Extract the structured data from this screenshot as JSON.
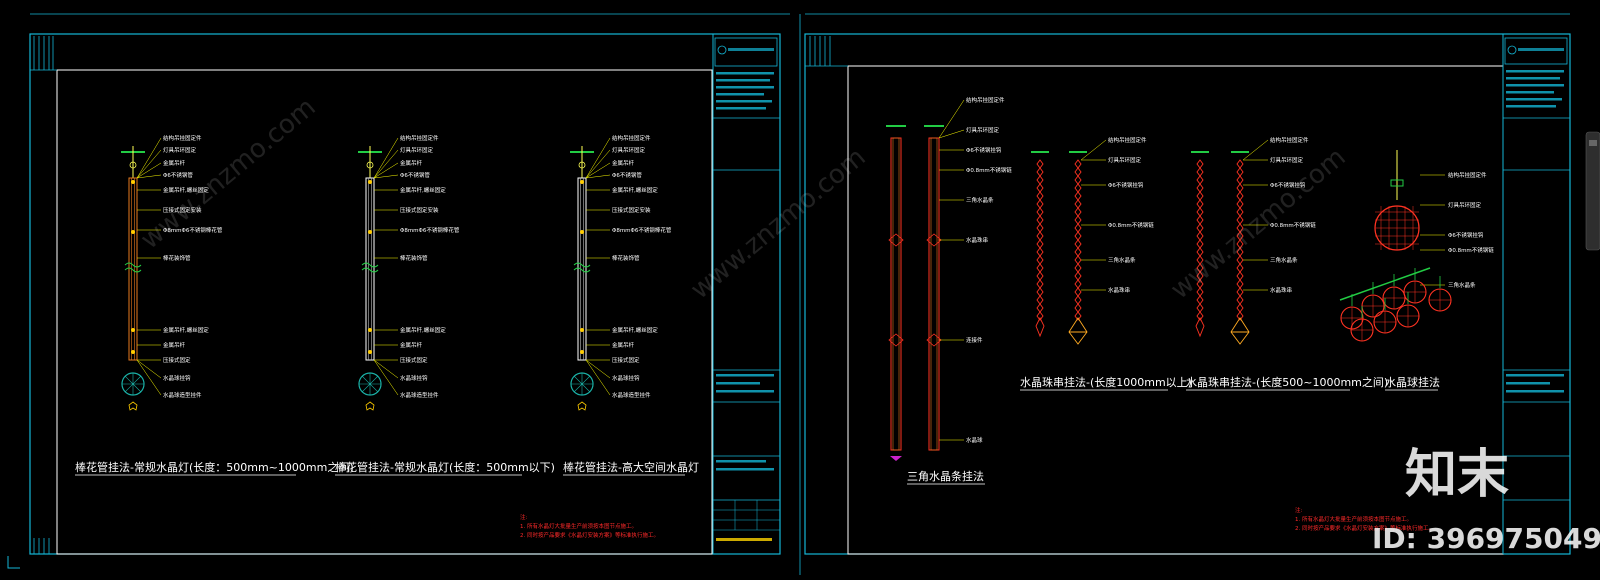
{
  "sheet_left": {
    "captions": [
      "棒花管挂法-常规水晶灯(长度：500mm~1000mm之间)",
      "棒花管挂法-常规水晶灯(长度：500mm以下)",
      "棒花管挂法-高大空间水晶灯"
    ],
    "notes": {
      "title": "注:",
      "lines": [
        "1. 所有水晶灯大批量生产前须按本图节点施工。",
        "2. 同时按产品要求《水晶灯安装方案》等标准执行施工。"
      ]
    },
    "labels_a": [
      "结构吊挂固定件",
      "灯具吊环固定",
      "金属吊杆",
      "Φ6不锈钢管",
      "金属吊杆,螺丝固定",
      "压接式固定安装",
      "Φ8mmΦ6不锈钢棒花管",
      "棒花装饰管",
      "金属吊杆,螺丝固定",
      "金属吊杆",
      "压接式固定",
      "水晶球挂钩",
      "水晶球造型挂件"
    ]
  },
  "sheet_right": {
    "captions": [
      "三角水晶条挂法",
      "水晶珠串挂法-(长度1000mm以上)",
      "水晶珠串挂法-(长度500~1000mm之间)",
      "水晶球挂法"
    ],
    "notes": {
      "title": "注:",
      "lines": [
        "1. 所有水晶灯大批量生产前须按本图节点施工。",
        "2. 同时按产品要求《水晶灯安装方案》等标准执行施工。"
      ]
    },
    "labels_b": [
      "结构吊挂固定件",
      "灯具吊环固定",
      "Φ6不锈钢挂钩",
      "Φ0.8mm不锈钢链",
      "三角水晶条",
      "水晶珠串",
      "连接件",
      "水晶球"
    ]
  },
  "watermark": {
    "brand": "知末",
    "id": "ID: 396975049",
    "url": "www.znzmo.com"
  },
  "colors": {
    "frame": "#14b6d6",
    "leader": "#ffff00",
    "rod_orange": "#e87a1e",
    "rod_red": "#ff3322",
    "crystal_teal": "#1ab0a6",
    "note_red": "#ff2a2a",
    "scrollbar": "#3a3a3a"
  }
}
